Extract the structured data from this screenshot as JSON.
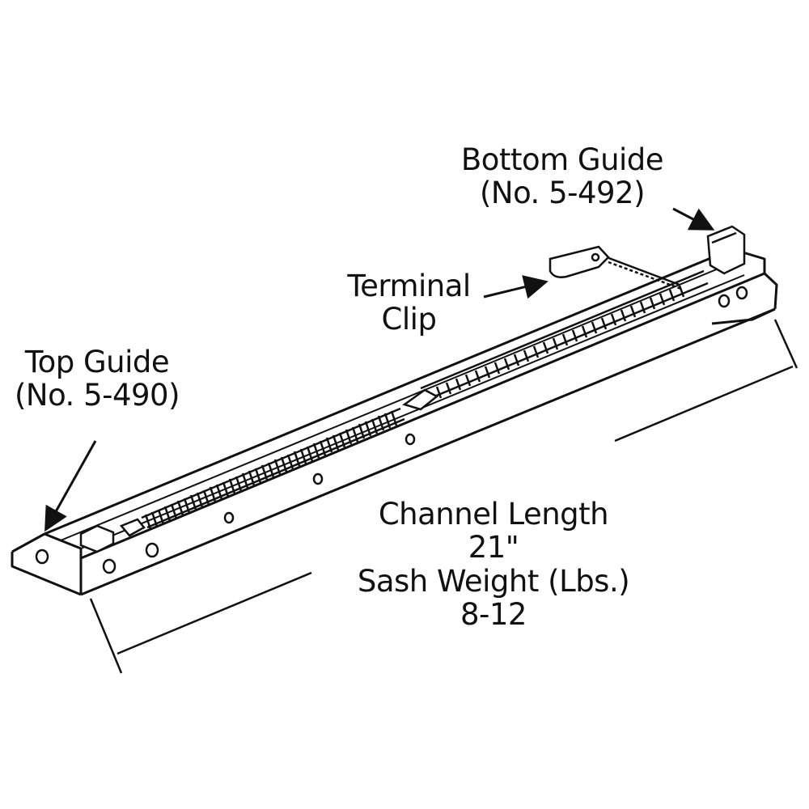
{
  "labels": {
    "bottom_guide": {
      "line1": "Bottom Guide",
      "line2": "(No. 5-492)"
    },
    "terminal_clip": {
      "line1": "Terminal",
      "line2": "Clip"
    },
    "top_guide": {
      "line1": "Top Guide",
      "line2": "(No. 5-490)"
    },
    "channel_length": {
      "title": "Channel Length",
      "value": "21\""
    },
    "sash_weight": {
      "title": "Sash Weight (Lbs.)",
      "value": "8-12"
    }
  },
  "colors": {
    "line": "#111111",
    "background": "#ffffff"
  }
}
